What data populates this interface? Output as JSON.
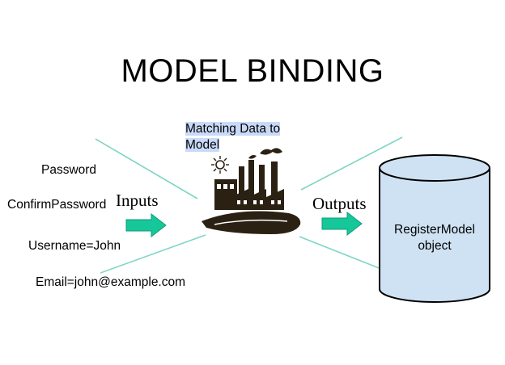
{
  "title": "MODEL BINDING",
  "inputs": {
    "heading": "Inputs",
    "fields": [
      "Password",
      "ConfirmPassword",
      "Username=John",
      "Email=john@example.com"
    ]
  },
  "process": {
    "caption_line1": "Matching Data to",
    "caption_line2": "Model",
    "icon": "factory-icon"
  },
  "outputs": {
    "heading": "Outputs",
    "model_line1": "RegisterModel",
    "model_line2": "object"
  },
  "colors": {
    "connector_line": "#7fd6c4",
    "arrow_fill": "#16c79a",
    "caption_highlight": "#c9daf8",
    "cylinder_fill": "#cfe2f3",
    "factory": "#2b2112"
  }
}
